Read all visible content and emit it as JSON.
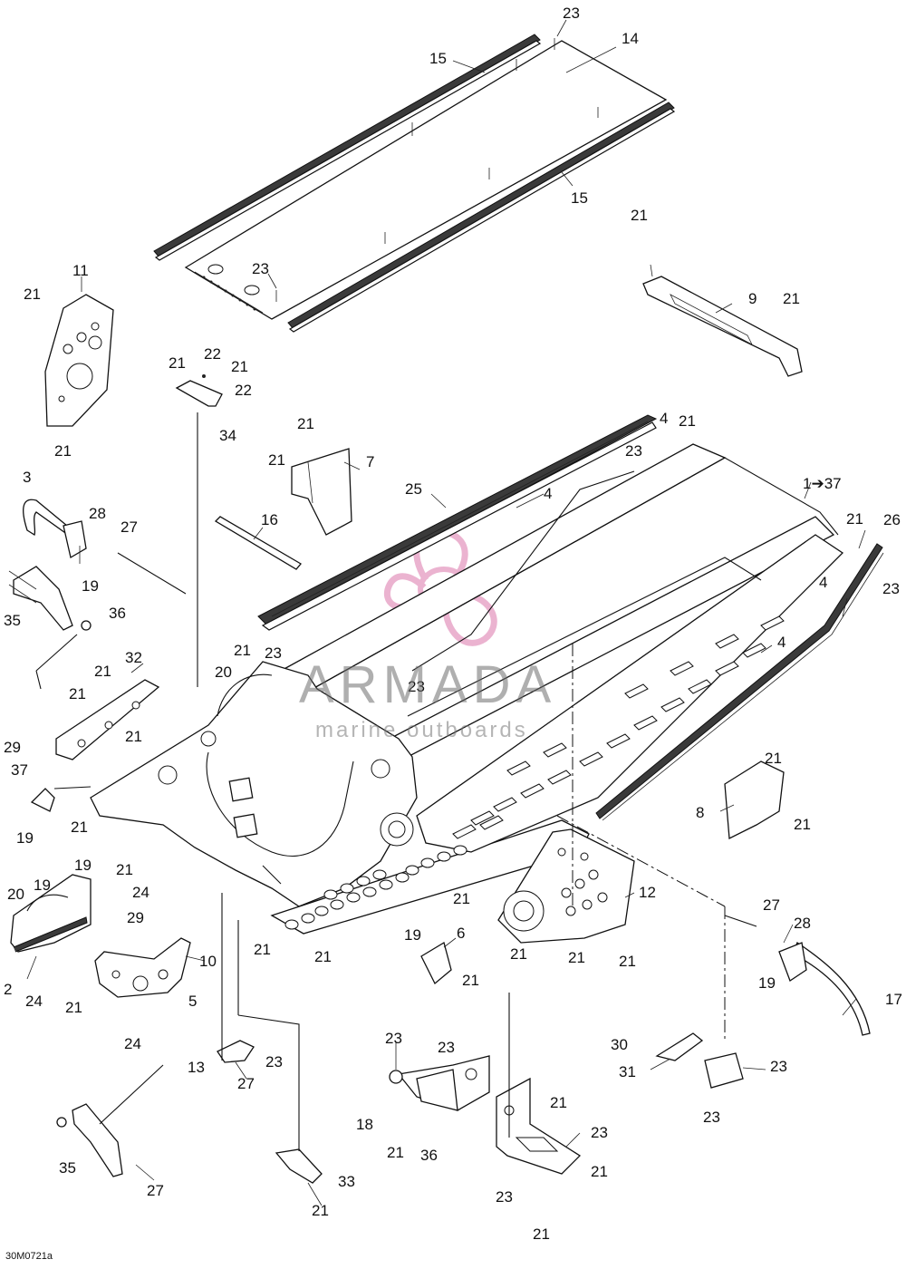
{
  "diagram": {
    "reference_code": "30M0721a",
    "watermark": {
      "title": "ARMADA",
      "subtitle": "marine outboards",
      "logo_color": "#e8a6c8"
    },
    "callouts": [
      {
        "id": "c01",
        "text": "23"
      },
      {
        "id": "c02",
        "text": "14"
      },
      {
        "id": "c03",
        "text": "15"
      },
      {
        "id": "c04",
        "text": "15"
      },
      {
        "id": "c05",
        "text": "23"
      },
      {
        "id": "c06",
        "text": "11"
      },
      {
        "id": "c07",
        "text": "21"
      },
      {
        "id": "c08",
        "text": "21"
      },
      {
        "id": "c09",
        "text": "21"
      },
      {
        "id": "c10",
        "text": "9"
      },
      {
        "id": "c11",
        "text": "21"
      },
      {
        "id": "c12",
        "text": "21"
      },
      {
        "id": "c13",
        "text": "22"
      },
      {
        "id": "c14",
        "text": "21"
      },
      {
        "id": "c15",
        "text": "22"
      },
      {
        "id": "c16",
        "text": "34"
      },
      {
        "id": "c17",
        "text": "21"
      },
      {
        "id": "c18",
        "text": "21"
      },
      {
        "id": "c19",
        "text": "7"
      },
      {
        "id": "c20",
        "text": "4"
      },
      {
        "id": "c21",
        "text": "21"
      },
      {
        "id": "c22",
        "text": "23"
      },
      {
        "id": "c23",
        "text": "25"
      },
      {
        "id": "c24",
        "text": "4"
      },
      {
        "id": "c25",
        "text": "1➔37"
      },
      {
        "id": "c26",
        "text": "3"
      },
      {
        "id": "c27",
        "text": "28"
      },
      {
        "id": "c28",
        "text": "27"
      },
      {
        "id": "c29",
        "text": "16"
      },
      {
        "id": "c30",
        "text": "19"
      },
      {
        "id": "c31",
        "text": "35"
      },
      {
        "id": "c32",
        "text": "36"
      },
      {
        "id": "c33",
        "text": "21"
      },
      {
        "id": "c34",
        "text": "26"
      },
      {
        "id": "c35",
        "text": "4"
      },
      {
        "id": "c36",
        "text": "23"
      },
      {
        "id": "c37",
        "text": "21"
      },
      {
        "id": "c38",
        "text": "32"
      },
      {
        "id": "c39",
        "text": "4"
      },
      {
        "id": "c40",
        "text": "21"
      },
      {
        "id": "c41",
        "text": "20"
      },
      {
        "id": "c42",
        "text": "23"
      },
      {
        "id": "c43",
        "text": "23"
      },
      {
        "id": "c44",
        "text": "21"
      },
      {
        "id": "c45",
        "text": "29"
      },
      {
        "id": "c46",
        "text": "21"
      },
      {
        "id": "c47",
        "text": "37"
      },
      {
        "id": "c48",
        "text": "21"
      },
      {
        "id": "c49",
        "text": "19"
      },
      {
        "id": "c50",
        "text": "8"
      },
      {
        "id": "c51",
        "text": "21"
      },
      {
        "id": "c52",
        "text": "21"
      },
      {
        "id": "c53",
        "text": "21"
      },
      {
        "id": "c54",
        "text": "24"
      },
      {
        "id": "c55",
        "text": "19"
      },
      {
        "id": "c56",
        "text": "19"
      },
      {
        "id": "c57",
        "text": "20"
      },
      {
        "id": "c58",
        "text": "29"
      },
      {
        "id": "c59",
        "text": "12"
      },
      {
        "id": "c60",
        "text": "21"
      },
      {
        "id": "c61",
        "text": "19"
      },
      {
        "id": "c62",
        "text": "27"
      },
      {
        "id": "c63",
        "text": "28"
      },
      {
        "id": "c64",
        "text": "6"
      },
      {
        "id": "c65",
        "text": "21"
      },
      {
        "id": "c66",
        "text": "21"
      },
      {
        "id": "c67",
        "text": "21"
      },
      {
        "id": "c68",
        "text": "21"
      },
      {
        "id": "c69",
        "text": "2"
      },
      {
        "id": "c70",
        "text": "24"
      },
      {
        "id": "c71",
        "text": "10"
      },
      {
        "id": "c72",
        "text": "21"
      },
      {
        "id": "c73",
        "text": "19"
      },
      {
        "id": "c74",
        "text": "21"
      },
      {
        "id": "c75",
        "text": "24"
      },
      {
        "id": "c76",
        "text": "21"
      },
      {
        "id": "c77",
        "text": "5"
      },
      {
        "id": "c78",
        "text": "17"
      },
      {
        "id": "c79",
        "text": "23"
      },
      {
        "id": "c80",
        "text": "23"
      },
      {
        "id": "c81",
        "text": "30"
      },
      {
        "id": "c82",
        "text": "31"
      },
      {
        "id": "c83",
        "text": "23"
      },
      {
        "id": "c84",
        "text": "13"
      },
      {
        "id": "c85",
        "text": "23"
      },
      {
        "id": "c86",
        "text": "27"
      },
      {
        "id": "c87",
        "text": "23"
      },
      {
        "id": "c88",
        "text": "18"
      },
      {
        "id": "c89",
        "text": "21"
      },
      {
        "id": "c90",
        "text": "23"
      },
      {
        "id": "c91",
        "text": "21"
      },
      {
        "id": "c92",
        "text": "36"
      },
      {
        "id": "c93",
        "text": "21"
      },
      {
        "id": "c94",
        "text": "35"
      },
      {
        "id": "c95",
        "text": "33"
      },
      {
        "id": "c96",
        "text": "23"
      },
      {
        "id": "c97",
        "text": "27"
      },
      {
        "id": "c98",
        "text": "21"
      },
      {
        "id": "c99",
        "text": "21"
      }
    ]
  }
}
